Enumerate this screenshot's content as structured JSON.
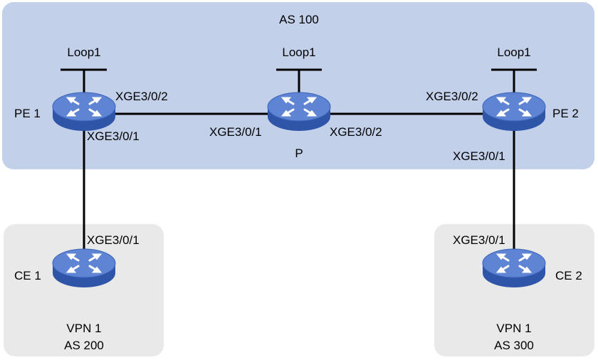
{
  "regions": {
    "as100": {
      "title": "AS 100"
    },
    "vpn1_left": {
      "vpn": "VPN 1",
      "as": "AS 200"
    },
    "vpn1_right": {
      "vpn": "VPN 1",
      "as": "AS 300"
    }
  },
  "devices": {
    "pe1": {
      "name": "PE 1",
      "loopback": "Loop1"
    },
    "p": {
      "name": "P",
      "loopback": "Loop1"
    },
    "pe2": {
      "name": "PE 2",
      "loopback": "Loop1"
    },
    "ce1": {
      "name": "CE 1"
    },
    "ce2": {
      "name": "CE 2"
    }
  },
  "interfaces": {
    "pe1_to_p": "XGE3/0/2",
    "pe1_to_ce1": "XGE3/0/1",
    "p_to_pe1": "XGE3/0/1",
    "p_to_pe2": "XGE3/0/2",
    "pe2_to_p": "XGE3/0/2",
    "pe2_to_ce2": "XGE3/0/1",
    "ce1_to_pe1": "XGE3/0/1",
    "ce2_to_pe2": "XGE3/0/1"
  },
  "colors": {
    "as_region": "#c3d0ea",
    "vpn_region": "#e9e9e9",
    "router_body": "#4f74c6",
    "router_top": "#7f9fe0"
  }
}
